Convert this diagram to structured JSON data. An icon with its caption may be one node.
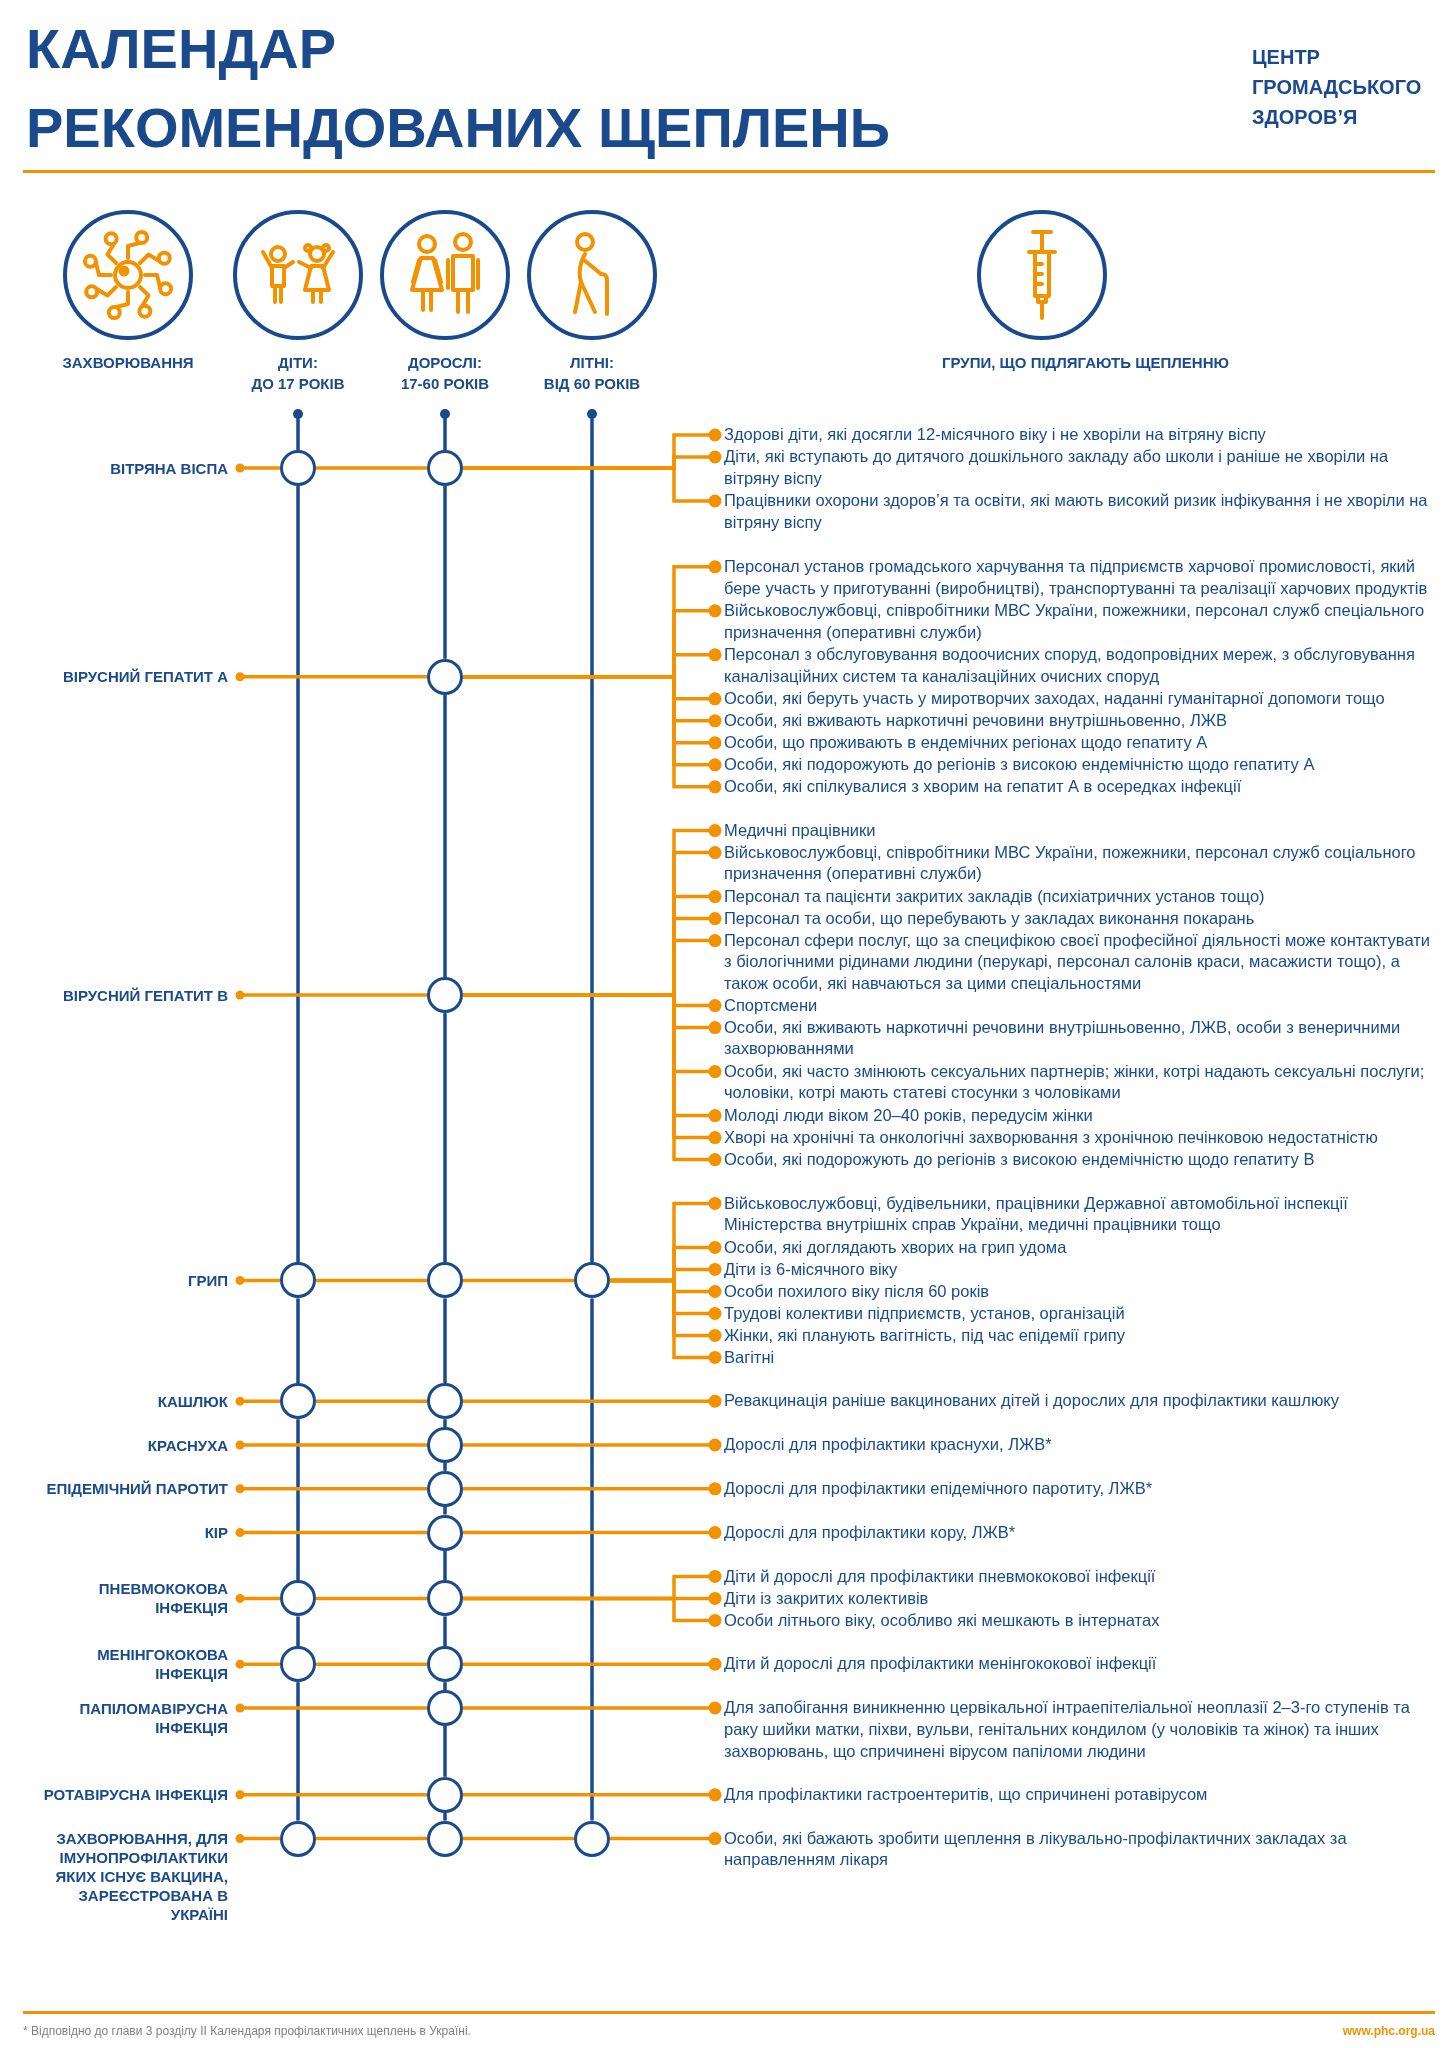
{
  "diagram": {
    "title": "КАЛЕНДАР РЕКОМЕНДОВАНИХ ЩЕПЛЕНЬ",
    "nodes": [
      {
        "text": [
          "ЗАХВОРЮВАННЯ"
        ]
      },
      {
        "text": [
          "ДІТИ: ДО 17 РОКІВ"
        ]
      },
      {
        "text": [
          "ДОРОСЛІ: 17-60 РОКІВ"
        ]
      },
      {
        "text": [
          "ЛІТНІ: ВІД 60 РОКІВ"
        ]
      },
      {
        "text": [
          "ГРУПИ, ЩО ПІДЛЯГАЮТЬ ЩЕПЛЕННЮ"
        ]
      },
      {
        "text": [
          "ВІТРЯНА ВІСПА"
        ]
      },
      {
        "text": [],
        "shape": "circle"
      },
      {
        "text": [],
        "shape": "circle"
      },
      {
        "text": [
          "Здорові діти, які досягли 12-місячного віку і не хворіли на вітряну віспу"
        ]
      },
      {
        "text": [
          "Діти, які вступають до дитячого дошкільного закладу або школи і раніше не хворіли на вітряну віспу"
        ]
      },
      {
        "text": [
          "Працівники охорони здоров’я та освіти, які мають високий ризик інфікування і не хворіли на вітряну віспу"
        ]
      },
      {
        "text": [
          "ВІРУСНИЙ ГЕПАТИТ А"
        ]
      },
      {
        "text": [],
        "shape": "circle"
      },
      {
        "text": [
          "Персонал установ громадського харчування та підприємств харчової промисловості, який бере участь у приготуванні (виробництві), транспортуванні та реалізації харчових продуктів"
        ]
      },
      {
        "text": [
          "Військовослужбовці, співробітники МВС України, пожежники, персонал служб спеціального призначення (оперативні служби)"
        ]
      },
      {
        "text": [
          "Персонал з обслуговування водоочисних споруд, водопровідних мереж, з обслуговування каналізаційних систем та каналізаційних очисних споруд"
        ]
      },
      {
        "text": [
          "Особи, які беруть участь у миротворчих заходах, наданні гуманітарної допомоги тощо"
        ]
      },
      {
        "text": [
          "Особи, які вживають наркотичні речовини внутрішньовенно, ЛЖВ"
        ]
      },
      {
        "text": [
          "Особи, що проживають в ендемічних регіонах щодо гепатиту А"
        ]
      },
      {
        "text": [
          "Особи, які подорожують до регіонів з високою ендемічністю щодо гепатиту А"
        ]
      },
      {
        "text": [
          "Особи, які спілкувалися з хворим на гепатит А в осередках інфекції"
        ]
      },
      {
        "text": [
          "ВІРУСНИЙ ГЕПАТИТ В"
        ]
      },
      {
        "text": [],
        "shape": "circle"
      },
      {
        "text": [
          "Медичні працівники"
        ]
      },
      {
        "text": [
          "Військовослужбовці, співробітники МВС України, пожежники, персонал служб соціального призначення (оперативні служби)"
        ]
      },
      {
        "text": [
          "Персонал та пацієнти закритих закладів (психіатричних установ тощо)"
        ]
      },
      {
        "text": [
          "Персонал та особи, що перебувають у закладах виконання покарань"
        ]
      },
      {
        "text": [
          "Персонал сфери послуг, що за специфікою своєї професійної діяльності може контактувати з біологічними рідинами людини (перукарі, персонал салонів краси, масажисти тощо), а також особи, які навчаються за цими спеціальностями"
        ]
      },
      {
        "text": [
          "Спортсмени"
        ]
      },
      {
        "text": [
          "Особи, які вживають наркотичні речовини внутрішньовенно, ЛЖВ, особи з венеричними захворюваннями"
        ]
      },
      {
        "text": [
          "Особи, які часто змінюють сексуальних партнерів; жінки, котрі надають сексуальні послуги; чоловіки, котрі мають статеві стосунки з чоловіками"
        ]
      },
      {
        "text": [
          "Молоді люди віком 20–40 років, передусім жінки"
        ]
      },
      {
        "text": [
          "Хворі на хронічні та онкологічні захворювання з хронічною печінковою недостатністю"
        ]
      },
      {
        "text": [
          "Особи, які подорожують до регіонів з високою ендемічністю щодо гепатиту В"
        ]
      },
      {
        "text": [
          "ГРИП"
        ]
      },
      {
        "text": [],
        "shape": "circle"
      },
      {
        "text": [],
        "shape": "circle"
      },
      {
        "text": [],
        "shape": "circle"
      },
      {
        "text": [
          "Військовослужбовці, будівельники, працівники Державної автомобільної інспекції Міністерства внутрішніх справ України, медичні працівники тощо"
        ]
      },
      {
        "text": [
          "Особи, які доглядають хворих на грип удома"
        ]
      },
      {
        "text": [
          "Діти із 6-місячного віку"
        ]
      },
      {
        "text": [
          "Особи похилого віку після 60 років"
        ]
      },
      {
        "text": [
          "Трудові колективи підприємств, установ, організацій"
        ]
      },
      {
        "text": [
          "Жінки, які планують вагітність, під час епідемії грипу"
        ]
      },
      {
        "text": [
          "Вагітні"
        ]
      },
      {
        "text": [
          "КАШЛЮК"
        ]
      },
      {
        "text": [],
        "shape": "circle"
      },
      {
        "text": [],
        "shape": "circle"
      },
      {
        "text": [
          "Ревакцинація раніше вакцинованих дітей і дорослих для профілактики кашлюку"
        ]
      },
      {
        "text": [
          "КРАСНУХА"
        ]
      },
      {
        "text": [],
        "shape": "circle"
      },
      {
        "text": [
          "Дорослі для профілактики краснухи, ЛЖВ*"
        ]
      },
      {
        "text": [
          "ЕПІДЕМІЧНИЙ ПАРОТИТ"
        ]
      },
      {
        "text": [],
        "shape": "circle"
      },
      {
        "text": [
          "Дорослі для профілактики епідемічного паротиту, ЛЖВ*"
        ]
      },
      {
        "text": [
          "КІР"
        ]
      },
      {
        "text": [],
        "shape": "circle"
      },
      {
        "text": [
          "Дорослі для профілактики кору, ЛЖВ*"
        ]
      },
      {
        "text": [
          "ПНЕВМОКОКОВА ІНФЕКЦІЯ"
        ]
      },
      {
        "text": [],
        "shape": "circle"
      },
      {
        "text": [],
        "shape": "circle"
      },
      {
        "text": [
          "Діти й дорослі для профілактики пневмококової інфекції"
        ]
      },
      {
        "text": [
          "Діти із закритих колективів"
        ]
      },
      {
        "text": [
          "Особи літнього віку, особливо які мешкають в інтернатах"
        ]
      },
      {
        "text": [
          "МЕНІНГОКОКОВА ІНФЕКЦІЯ"
        ]
      },
      {
        "text": [],
        "shape": "circle"
      },
      {
        "text": [],
        "shape": "circle"
      },
      {
        "text": [
          "Діти й дорослі для профілактики менінгококової інфекції"
        ]
      },
      {
        "text": [
          "ПАПІЛОМАВІРУСНА ІНФЕКЦІЯ"
        ]
      },
      {
        "text": [],
        "shape": "circle"
      },
      {
        "text": [
          "Для запобігання виникненню цервікальної інтраепітеліальної неоплазії 2–3-го ступенів та раку шийки матки, піхви, вульви, генітальних кондилом (у чоловіків та жінок) та інших захворювань, що спричинені вірусом папіломи людини"
        ]
      },
      {
        "text": [
          "РОТАВІРУСНА ІНФЕКЦІЯ"
        ]
      },
      {
        "text": [],
        "shape": "circle"
      },
      {
        "text": [
          "Для профілактики гастроентеритів, що спричинені ротавірусом"
        ]
      },
      {
        "text": [
          "ЗАХВОРЮВАННЯ, ДЛЯ ІМУНОПРОФІЛАКТИКИ ЯКИХ ІСНУЄ ВАКЦИНА, ЗАРЕЄСТРОВАНА В УКРАЇНІ"
        ]
      },
      {
        "text": [],
        "shape": "circle"
      },
      {
        "text": [],
        "shape": "circle"
      },
      {
        "text": [],
        "shape": "circle"
      },
      {
        "text": [
          "Особи, які бажають зробити щеплення в лікувально-профілактичних закладах за направленням лікаря"
        ]
      }
    ],
    "edges": [
      {
        "from": 1,
        "to": 6,
        "arrow": "other",
        "color": "#1b4a8c"
      },
      {
        "from": 6,
        "to": 35,
        "arrow": "none",
        "color": "#1b4a8c"
      },
      {
        "from": 35,
        "to": 46,
        "arrow": "none",
        "color": "#1b4a8c"
      },
      {
        "from": 46,
        "to": 59,
        "arrow": "none",
        "color": "#1b4a8c"
      },
      {
        "from": 59,
        "to": 65,
        "arrow": "none",
        "color": "#1b4a8c"
      },
      {
        "from": 65,
        "to": 75,
        "arrow": "none",
        "color": "#1b4a8c"
      },
      {
        "from": 2,
        "to": 7,
        "arrow": "other",
        "color": "#1b4a8c"
      },
      {
        "from": 7,
        "to": 12,
        "arrow": "none",
        "color": "#1b4a8c"
      },
      {
        "from": 12,
        "to": 22,
        "arrow": "none",
        "color": "#1b4a8c"
      },
      {
        "from": 22,
        "to": 36,
        "arrow": "none",
        "color": "#1b4a8c"
      },
      {
        "from": 36,
        "to": 47,
        "arrow": "none",
        "color": "#1b4a8c"
      },
      {
        "from": 47,
        "to": 50,
        "arrow": "none",
        "color": "#1b4a8c"
      },
      {
        "from": 50,
        "to": 53,
        "arrow": "none",
        "color": "#1b4a8c"
      },
      {
        "from": 53,
        "to": 56,
        "arrow": "none",
        "color": "#1b4a8c"
      },
      {
        "from": 56,
        "to": 60,
        "arrow": "none",
        "color": "#1b4a8c"
      },
      {
        "from": 60,
        "to": 66,
        "arrow": "none",
        "color": "#1b4a8c"
      },
      {
        "from": 66,
        "to": 69,
        "arrow": "none",
        "color": "#1b4a8c"
      },
      {
        "from": 69,
        "to": 72,
        "arrow": "none",
        "color": "#1b4a8c"
      },
      {
        "from": 72,
        "to": 76,
        "arrow": "none",
        "color": "#1b4a8c"
      },
      {
        "from": 3,
        "to": 37,
        "arrow": "other",
        "color": "#1b4a8c"
      },
      {
        "from": 37,
        "to": 77,
        "arrow": "none",
        "color": "#1b4a8c"
      },
      {
        "from": 5,
        "to": 6,
        "arrow": "other"
      },
      {
        "from": 6,
        "to": 7,
        "arrow": "none"
      },
      {
        "from": 7,
        "to": 8,
        "arrow": "other"
      },
      {
        "from": 7,
        "to": 9,
        "arrow": "other"
      },
      {
        "from": 7,
        "to": 10,
        "arrow": "other"
      },
      {
        "from": 11,
        "to": 12,
        "arrow": "other"
      },
      {
        "from": 12,
        "to": 13,
        "arrow": "other"
      },
      {
        "from": 12,
        "to": 14,
        "arrow": "other"
      },
      {
        "from": 12,
        "to": 15,
        "arrow": "other"
      },
      {
        "from": 12,
        "to": 16,
        "arrow": "other"
      },
      {
        "from": 12,
        "to": 17,
        "arrow": "other"
      },
      {
        "from": 12,
        "to": 18,
        "arrow": "other"
      },
      {
        "from": 12,
        "to": 19,
        "arrow": "other"
      },
      {
        "from": 12,
        "to": 20,
        "arrow": "other"
      },
      {
        "from": 21,
        "to": 22,
        "arrow": "other"
      },
      {
        "from": 22,
        "to": 23,
        "arrow": "other"
      },
      {
        "from": 22,
        "to": 24,
        "arrow": "other"
      },
      {
        "from": 22,
        "to": 25,
        "arrow": "other"
      },
      {
        "from": 22,
        "to": 26,
        "arrow": "other"
      },
      {
        "from": 22,
        "to": 27,
        "arrow": "other"
      },
      {
        "from": 22,
        "to": 28,
        "arrow": "other"
      },
      {
        "from": 22,
        "to": 29,
        "arrow": "other"
      },
      {
        "from": 22,
        "to": 30,
        "arrow": "other"
      },
      {
        "from": 22,
        "to": 31,
        "arrow": "other"
      },
      {
        "from": 22,
        "to": 32,
        "arrow": "other"
      },
      {
        "from": 22,
        "to": 33,
        "arrow": "other"
      },
      {
        "from": 34,
        "to": 35,
        "arrow": "other"
      },
      {
        "from": 35,
        "to": 36,
        "arrow": "none"
      },
      {
        "from": 36,
        "to": 37,
        "arrow": "none"
      },
      {
        "from": 37,
        "to": 38,
        "arrow": "other"
      },
      {
        "from": 37,
        "to": 39,
        "arrow": "other"
      },
      {
        "from": 37,
        "to": 40,
        "arrow": "other"
      },
      {
        "from": 37,
        "to": 41,
        "arrow": "other"
      },
      {
        "from": 37,
        "to": 42,
        "arrow": "other"
      },
      {
        "from": 37,
        "to": 43,
        "arrow": "other"
      },
      {
        "from": 37,
        "to": 44,
        "arrow": "other"
      },
      {
        "from": 45,
        "to": 46,
        "arrow": "other"
      },
      {
        "from": 46,
        "to": 47,
        "arrow": "none"
      },
      {
        "from": 47,
        "to": 48,
        "arrow": "other"
      },
      {
        "from": 49,
        "to": 50,
        "arrow": "other"
      },
      {
        "from": 50,
        "to": 51,
        "arrow": "other"
      },
      {
        "from": 52,
        "to": 53,
        "arrow": "other"
      },
      {
        "from": 53,
        "to": 54,
        "arrow": "other"
      },
      {
        "from": 55,
        "to": 56,
        "arrow": "other"
      },
      {
        "from": 56,
        "to": 57,
        "arrow": "other"
      },
      {
        "from": 58,
        "to": 59,
        "arrow": "other"
      },
      {
        "from": 59,
        "to": 60,
        "arrow": "none"
      },
      {
        "from": 60,
        "to": 61,
        "arrow": "other"
      },
      {
        "from": 60,
        "to": 62,
        "arrow": "other"
      },
      {
        "from": 60,
        "to": 63,
        "arrow": "other"
      },
      {
        "from": 64,
        "to": 65,
        "arrow": "other"
      },
      {
        "from": 65,
        "to": 66,
        "arrow": "none"
      },
      {
        "from": 66,
        "to": 67,
        "arrow": "other"
      },
      {
        "from": 68,
        "to": 69,
        "arrow": "other"
      },
      {
        "from": 69,
        "to": 70,
        "arrow": "other"
      },
      {
        "from": 71,
        "to": 72,
        "arrow": "other"
      },
      {
        "from": 72,
        "to": 73,
        "arrow": "other"
      },
      {
        "from": 74,
        "to": 75,
        "arrow": "other"
      },
      {
        "from": 75,
        "to": 76,
        "arrow": "none"
      },
      {
        "from": 76,
        "to": 77,
        "arrow": "none"
      },
      {
        "from": 77,
        "to": 78,
        "arrow": "other"
      }
    ],
    "labels": [
      "ЦЕНТР ГРОМАДСЬКОГО ЗДОРОВ’Я",
      "* Відповідно до глави 3 розділу II Календаря профілактичних щеплень в Україні.",
      "www.phc.org.ua"
    ]
  }
}
